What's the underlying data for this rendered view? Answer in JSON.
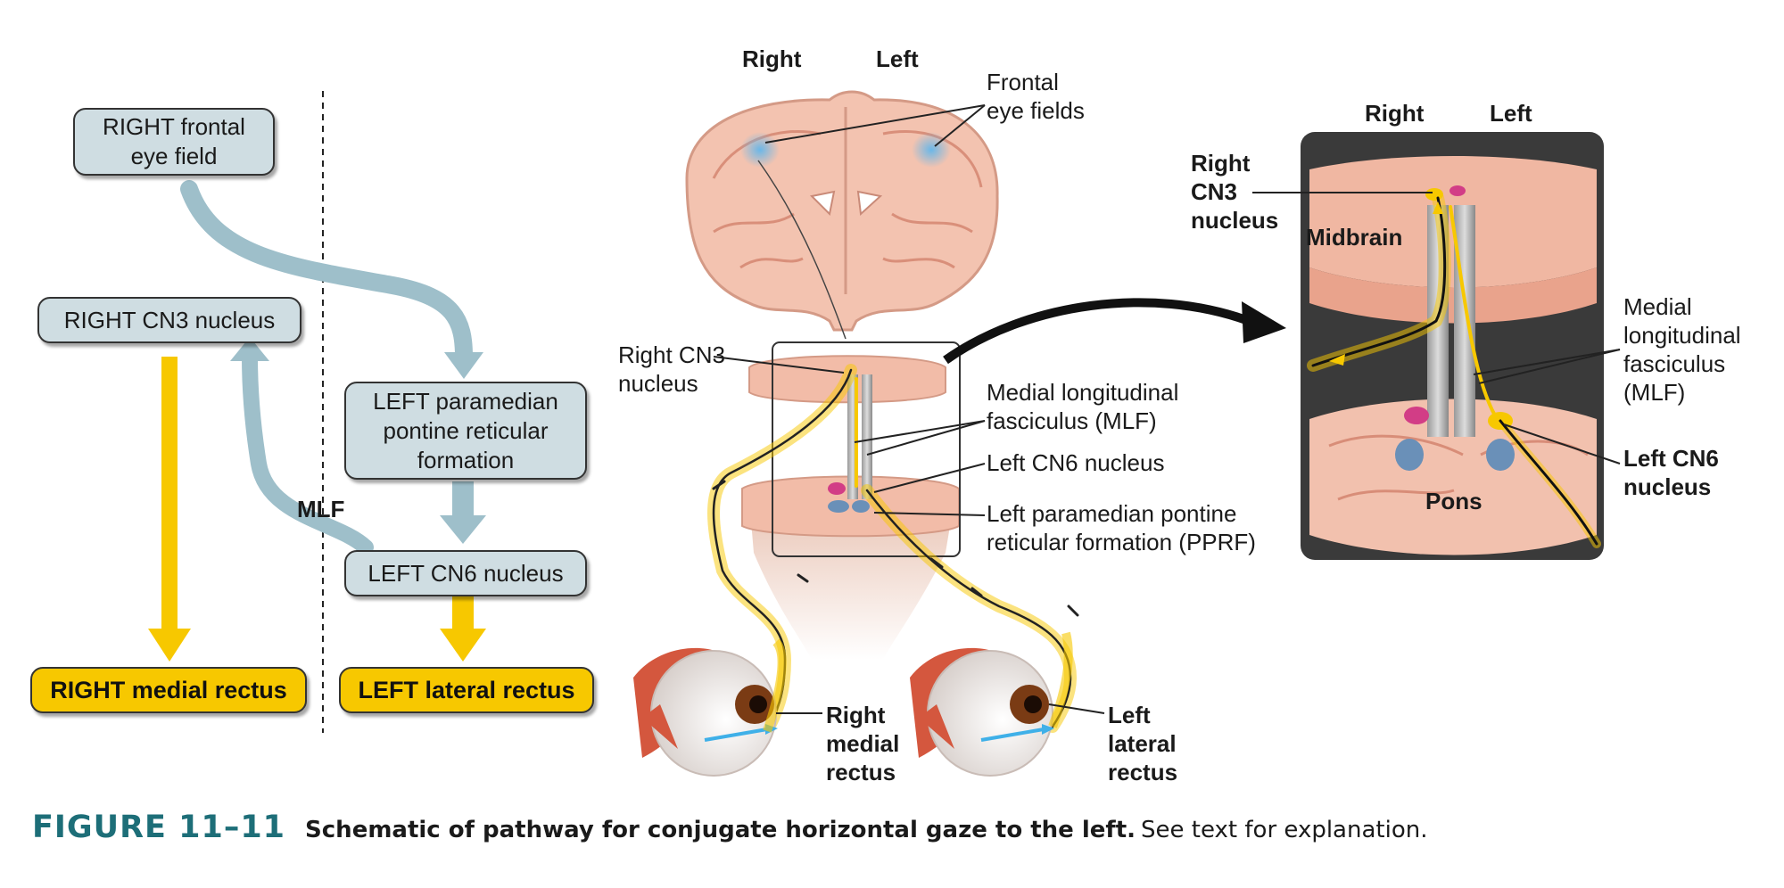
{
  "flowchart": {
    "right_frontal_eye_field": "RIGHT frontal\neye field",
    "right_cn3_nucleus": "RIGHT CN3 nucleus",
    "left_pprf": "LEFT paramedian\npontine reticular\nformation",
    "left_cn6_nucleus": "LEFT CN6 nucleus",
    "right_medial_rectus": "RIGHT medial rectus",
    "left_lateral_rectus": "LEFT lateral rectus",
    "mlf_label": "MLF"
  },
  "illustration": {
    "header_right": "Right",
    "header_left": "Left",
    "frontal_eye_fields": "Frontal\neye fields",
    "right_cn3_nucleus": "Right CN3\nnucleus",
    "mlf": "Medial longitudinal\nfasciculus (MLF)",
    "left_cn6_nucleus": "Left CN6 nucleus",
    "left_pprf": "Left paramedian pontine\nreticular formation (PPRF)",
    "right_medial_rectus": "Right\nmedial\nrectus",
    "left_lateral_rectus": "Left\nlateral\nrectus"
  },
  "inset": {
    "header_right": "Right",
    "header_left": "Left",
    "right_cn3_nucleus": "Right\nCN3\nnucleus",
    "midbrain": "Midbrain",
    "pons": "Pons",
    "mlf": "Medial\nlongitudinal\nfasciculus\n(MLF)",
    "left_cn6_nucleus": "Left CN6\nnucleus"
  },
  "caption": {
    "figure_number": "FIGURE 11–11",
    "title": "Schematic of pathway for conjugate horizontal gaze to the left.",
    "note": "See text for explanation."
  },
  "colors": {
    "box_fill": "#cfdde2",
    "effector_fill": "#f7c800",
    "pathway_yellow": "#f7c800",
    "arrow_blue": "#9ebfca",
    "caption_teal": "#1d6e78",
    "brain_pink": "#f3c3b0",
    "eye_field_blue": "#6ab7e8"
  }
}
